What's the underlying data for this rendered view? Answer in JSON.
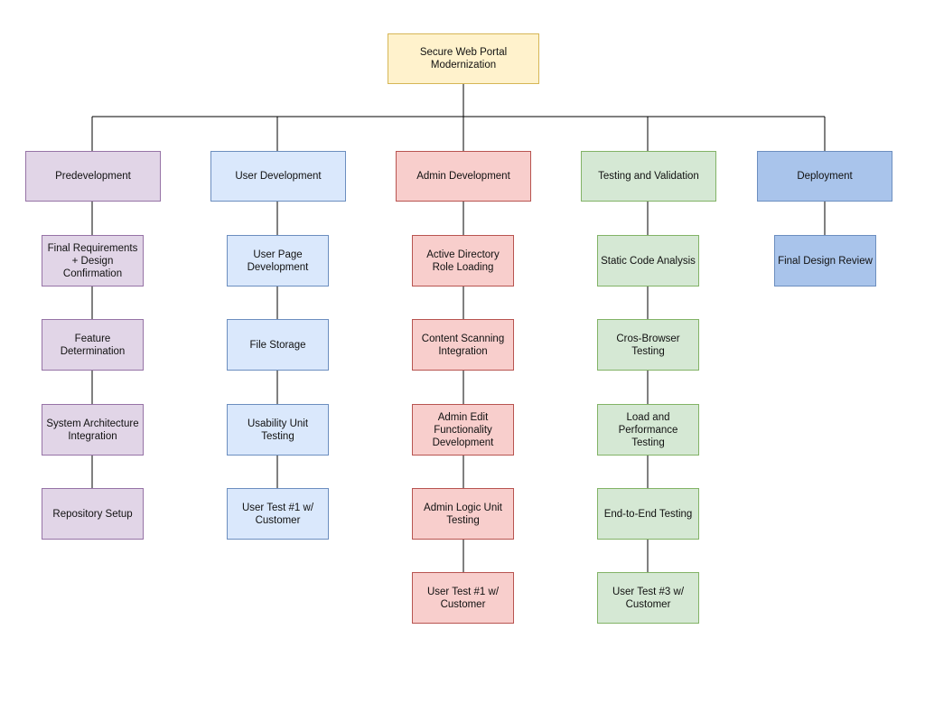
{
  "root": {
    "label": "Secure Web Portal Modernization"
  },
  "branches": [
    {
      "id": "predevelopment",
      "label": "Predevelopment",
      "color": {
        "fill": "#e1d5e7",
        "stroke": "#9673a6"
      },
      "items": [
        "Final Requirements + Design Confirmation",
        "Feature Determination",
        "System Architecture Integration",
        "Repository Setup"
      ]
    },
    {
      "id": "user-development",
      "label": "User Development",
      "color": {
        "fill": "#dae8fc",
        "stroke": "#6c8ebf"
      },
      "items": [
        "User Page Development",
        "File Storage",
        "Usability Unit Testing",
        "User Test #1 w/ Customer"
      ]
    },
    {
      "id": "admin-development",
      "label": "Admin Development",
      "color": {
        "fill": "#f8cecc",
        "stroke": "#b85450"
      },
      "items": [
        "Active Directory Role Loading",
        "Content Scanning Integration",
        "Admin Edit Functionality Development",
        "Admin Logic Unit Testing",
        "User Test #1 w/ Customer"
      ]
    },
    {
      "id": "testing-and-validation",
      "label": "Testing and Validation",
      "color": {
        "fill": "#d5e8d4",
        "stroke": "#82b366"
      },
      "items": [
        "Static Code Analysis",
        "Cros-Browser Testing",
        "Load and Performance Testing",
        "End-to-End Testing",
        "User Test #3 w/ Customer"
      ]
    },
    {
      "id": "deployment",
      "label": "Deployment",
      "color": {
        "fill": "#a9c4eb",
        "stroke": "#6c8ebf"
      },
      "items": [
        "Final Design Review"
      ]
    }
  ]
}
